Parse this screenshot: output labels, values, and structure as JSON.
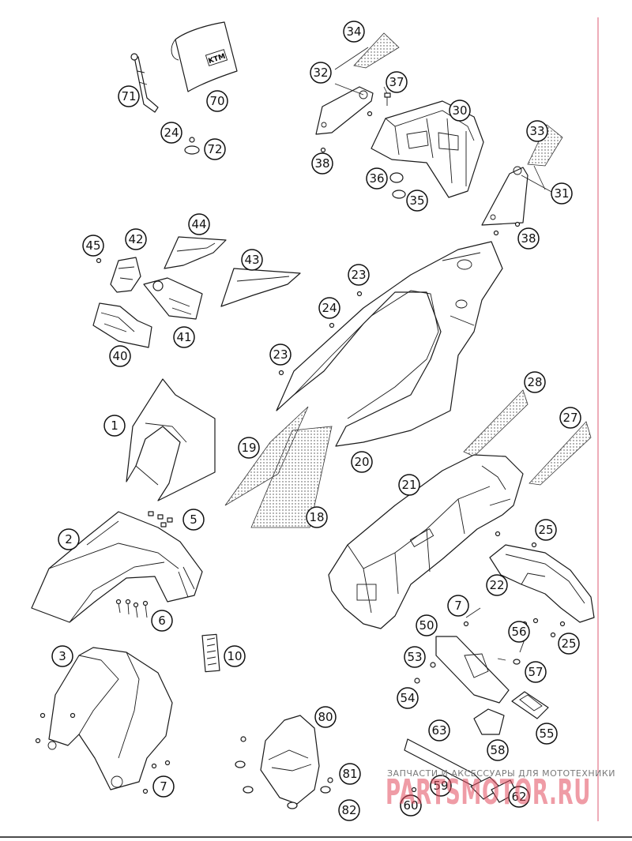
{
  "diagram": {
    "callouts": [
      "71",
      "70",
      "24",
      "72",
      "34",
      "32",
      "37",
      "30",
      "38",
      "36",
      "35",
      "33",
      "31",
      "38",
      "45",
      "42",
      "44",
      "43",
      "41",
      "40",
      "23",
      "24",
      "23",
      "1",
      "19",
      "18",
      "20",
      "28",
      "27",
      "21",
      "2",
      "5",
      "6",
      "25",
      "22",
      "7",
      "50",
      "56",
      "25",
      "53",
      "57",
      "54",
      "10",
      "3",
      "55",
      "63",
      "58",
      "80",
      "81",
      "82",
      "7",
      "59",
      "60",
      "62"
    ],
    "logo_text": "KTM"
  },
  "watermark": {
    "tagline": "ЗАПЧАСТИ И АКСЕССУАРЫ ДЛЯ МОТОТЕХНИКИ",
    "logo": "PARTSMOTOR.RU"
  },
  "colors": {
    "line": "#1a1a1a",
    "margin_line": "#e3768a",
    "watermark_red": "#e24a5c",
    "watermark_gray": "#7a7a7a"
  }
}
